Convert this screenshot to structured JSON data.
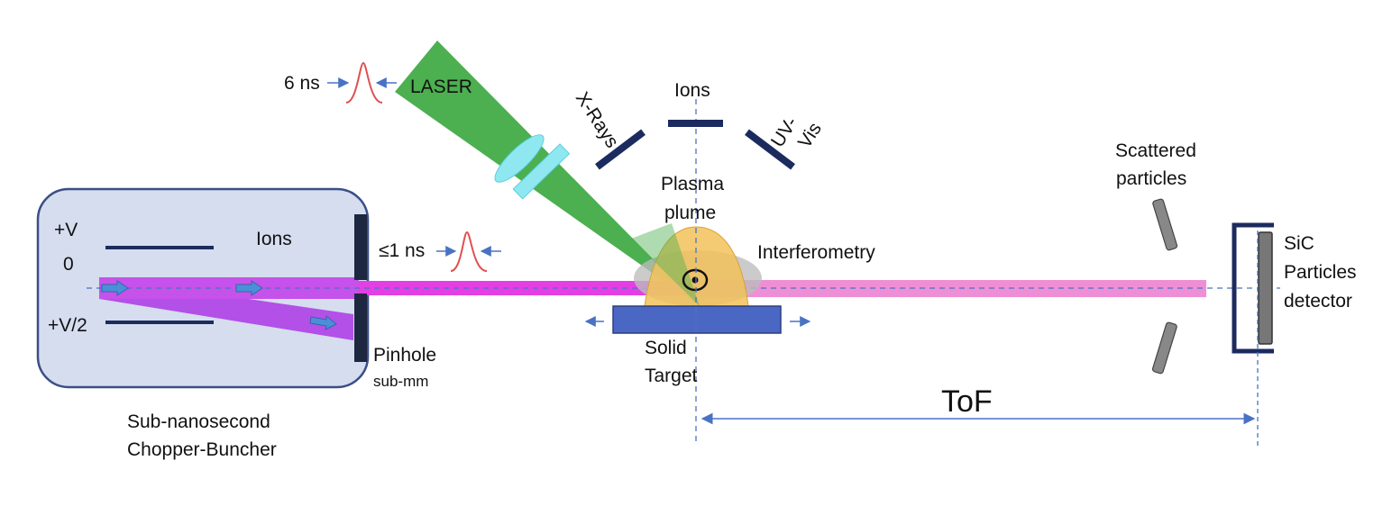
{
  "labels": {
    "pulse_6ns": "6 ns",
    "laser": "LASER",
    "xrays": "X-Rays",
    "ions_top": "Ions",
    "uv": "UV-",
    "vis": "Vis",
    "plasma_1": "Plasma",
    "plasma_2": "plume",
    "interferometry": "Interferometry",
    "scattered_1": "Scattered",
    "scattered_2": "particles",
    "sic_1": "SiC",
    "sic_2": "Particles",
    "sic_3": "detector",
    "pv": "+V",
    "zero": "0",
    "pv2": "+V/2",
    "ions_box": "Ions",
    "pulse_1ns": "≤1 ns",
    "pinhole": "Pinhole",
    "submm": "sub-mm",
    "solid_1": "Solid",
    "solid_2": "Target",
    "tof": "ToF",
    "chopper_1": "Sub-nanosecond",
    "chopper_2": "Chopper-Buncher"
  },
  "colors": {
    "laser_green": "#4caf50",
    "ion_beam_magenta": "#e43fe4",
    "ion_beam_pink": "#ee8fd6",
    "deflected_beam": "#b350e8",
    "chopper_box_fill": "#d5ddef",
    "chopper_box_stroke": "#3a4f86",
    "detector_navy": "#1c2b5e",
    "target_blue": "#4a68c3",
    "plume_orange": "#f2c25a",
    "interferometry_gray": "#bdbdbd",
    "lens_cyan": "#8fe8f0",
    "arrow_blue": "#4a72c4",
    "pulse_red": "#e05050",
    "scatter_gray": "#888888"
  }
}
